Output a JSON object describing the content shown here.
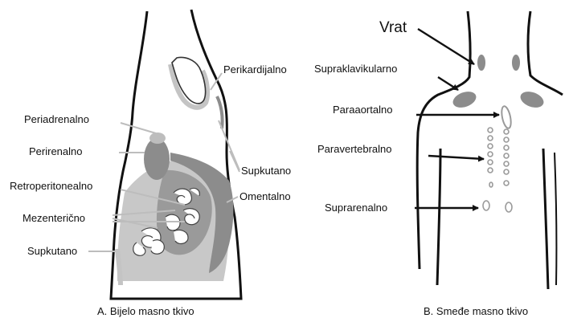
{
  "panel_a": {
    "caption": "A. Bijelo masno tkivo",
    "labels": {
      "perikardijalno": "Perikardijalno",
      "periadrenalno": "Periadrenalno",
      "perirenalno": "Perirenalno",
      "retroperitonealno": "Retroperitonealno",
      "mezentericno": "Mezenterično",
      "supkutano_left": "Supkutano",
      "supkutano_right": "Supkutano",
      "omentalno": "Omentalno"
    }
  },
  "panel_b": {
    "caption": "B. Smeđe masno tkivo",
    "labels": {
      "vrat": "Vrat",
      "supraklavikularno": "Supraklavikularno",
      "paraaortalno": "Paraaortalno",
      "paravertebralno": "Paravertebralno",
      "suprarenalno": "Suprarenalno"
    }
  },
  "colors": {
    "fat_dark": "#8c8c8c",
    "fat_light": "#c4c4c4",
    "outline": "#111111"
  }
}
